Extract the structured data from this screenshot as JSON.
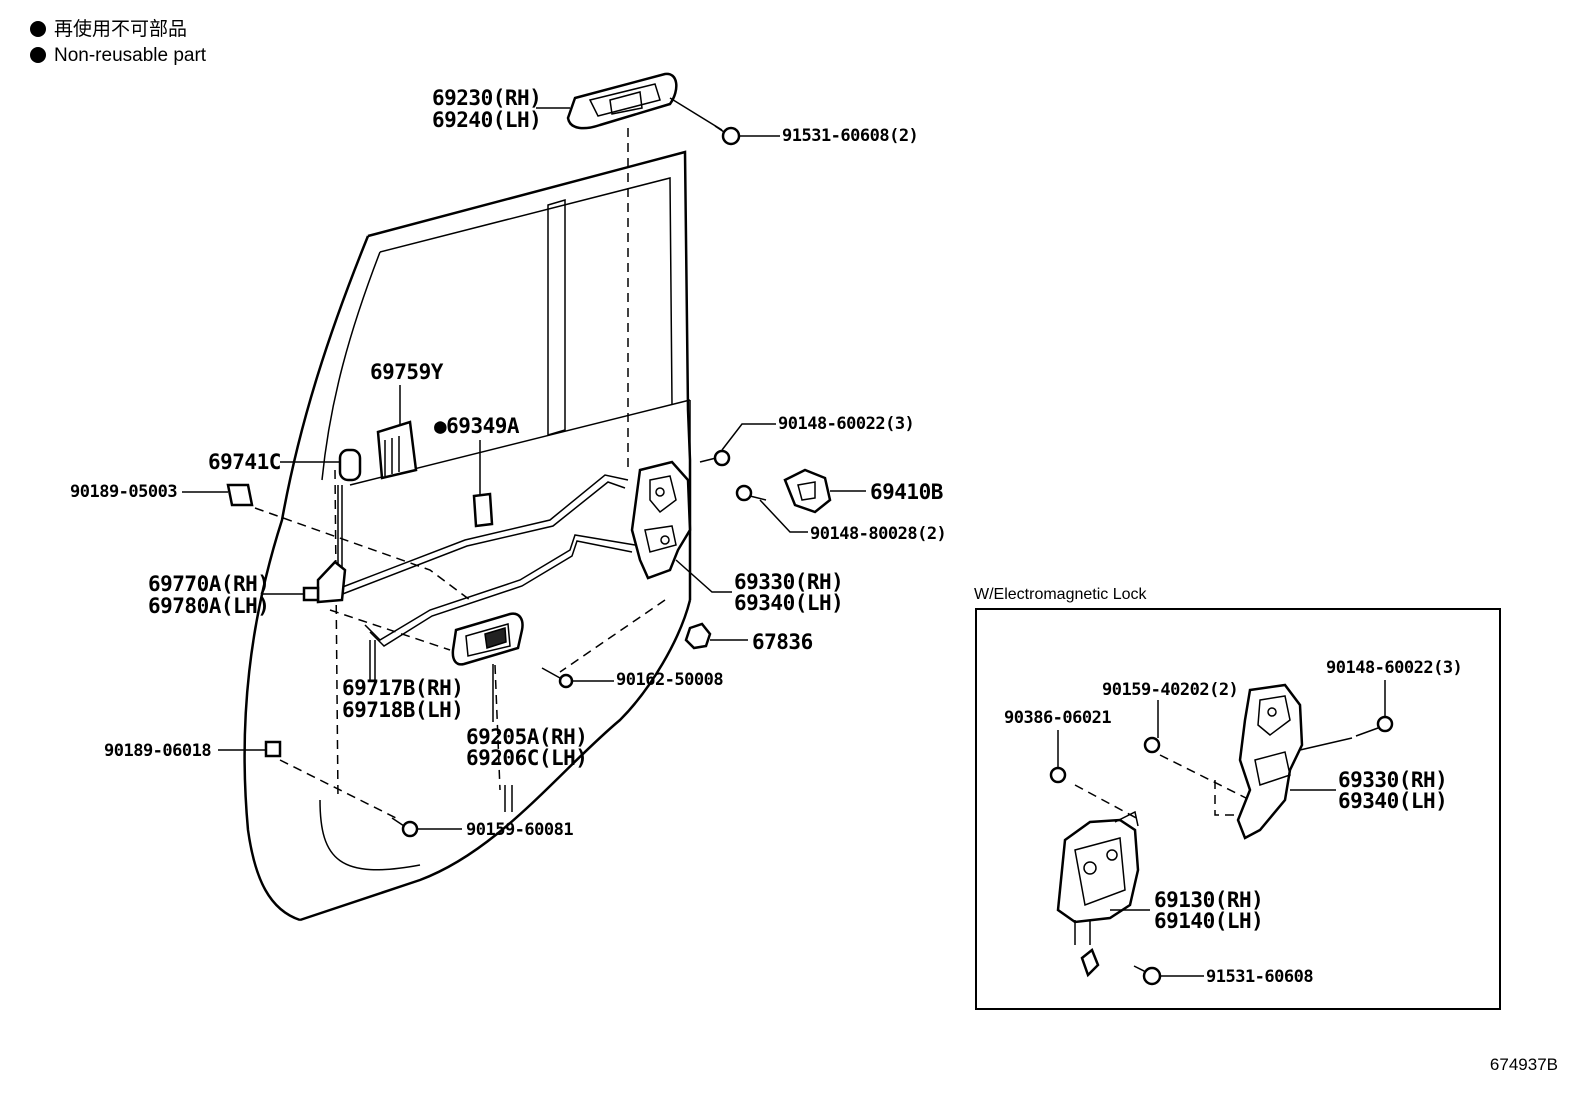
{
  "legend": {
    "line1": "再使用不可部品",
    "line2": "Non-reusable part"
  },
  "parts": {
    "p69230": "69230(RH)",
    "p69240": "69240(LH)",
    "p91531a": "91531-60608(2)",
    "p69759": "69759Y",
    "p69349": "69349A",
    "p69741": "69741C",
    "p90189a": "90189-05003",
    "p90148a": "90148-60022(3)",
    "p69410": "69410B",
    "p90148b": "90148-80028(2)",
    "p69770": "69770A(RH)",
    "p69780": "69780A(LH)",
    "p69330a": "69330(RH)",
    "p69340a": "69340(LH)",
    "p67836": "67836",
    "p90162": "90162-50008",
    "p69717": "69717B(RH)",
    "p69718": "69718B(LH)",
    "p69205": "69205A(RH)",
    "p69206": "69206C(LH)",
    "p90189b": "90189-06018",
    "p90159a": "90159-60081"
  },
  "inset": {
    "title": "W/Electromagnetic Lock",
    "p90148": "90148-60022(3)",
    "p90159": "90159-40202(2)",
    "p90386": "90386-06021",
    "p69330": "69330(RH)",
    "p69340": "69340(LH)",
    "p69130": "69130(RH)",
    "p69140": "69140(LH)",
    "p91531": "91531-60608"
  },
  "figure_code": "674937B"
}
